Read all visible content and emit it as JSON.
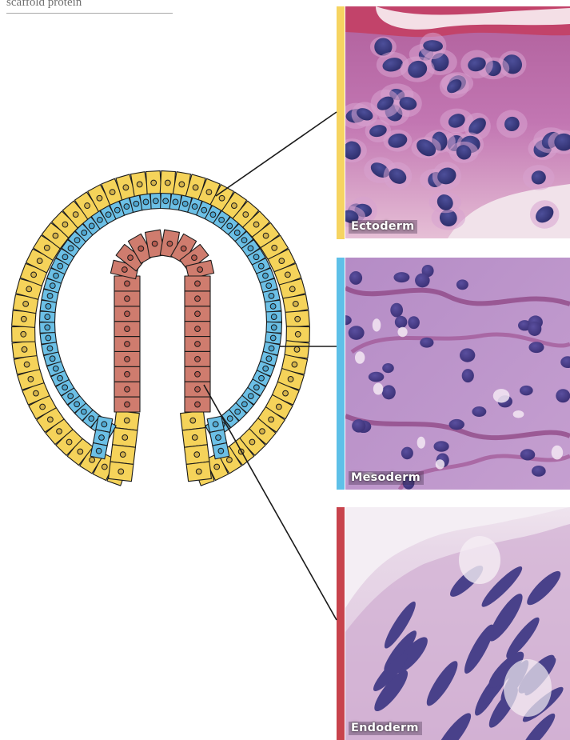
{
  "caption": "scaffold protein",
  "colors": {
    "ectoderm": "#f5d35a",
    "mesoderm": "#6cc0e6",
    "endoderm": "#cf7c6e",
    "ectoderm_bar": "#f6d461",
    "mesoderm_bar": "#5ec0e8",
    "endoderm_bar": "#c8434c"
  },
  "layers": {
    "ectoderm": {
      "label": "Ectoderm",
      "image": "histology-micrograph-ectoderm"
    },
    "mesoderm": {
      "label": "Mesoderm",
      "image": "histology-micrograph-mesoderm"
    },
    "endoderm": {
      "label": "Endoderm",
      "image": "histology-micrograph-endoderm"
    }
  }
}
